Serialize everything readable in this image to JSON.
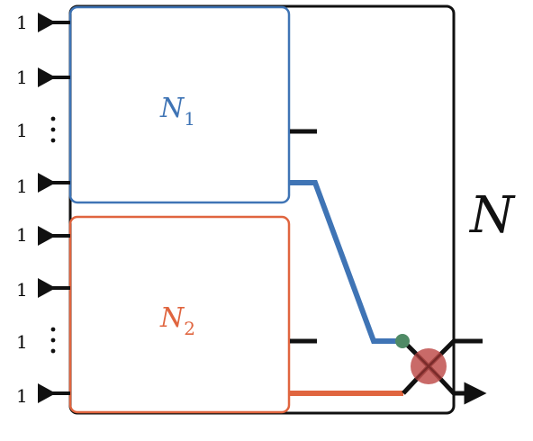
{
  "diagram": {
    "outer_label": "N",
    "inputs": [
      {
        "label": "1"
      },
      {
        "label": "1"
      },
      {
        "label": "1"
      },
      {
        "label": "1"
      },
      {
        "label": "1"
      },
      {
        "label": "1"
      },
      {
        "label": "1"
      },
      {
        "label": "1"
      }
    ],
    "subnets": [
      {
        "base": "N",
        "sub": "1",
        "color": "#3f74b5"
      },
      {
        "base": "N",
        "sub": "2",
        "color": "#e0653f"
      }
    ],
    "colors": {
      "outline": "#111111",
      "merge_dot": "#4f8a65",
      "cross_node": "#c0504d"
    }
  }
}
